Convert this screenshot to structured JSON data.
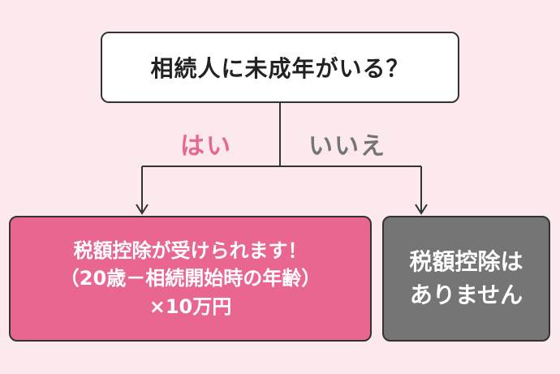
{
  "question": "相続人に未成年がいる？",
  "branches": {
    "yes_label": "はい",
    "no_label": "いいえ"
  },
  "yes_result": {
    "line1": "税額控除が受けられます！",
    "line2": "（20歳－相続開始時の年齢）",
    "line3": "×10万円"
  },
  "no_result": {
    "line1": "税額控除は",
    "line2": "ありません"
  },
  "colors": {
    "background": "#fbe9ee",
    "yes_accent": "#e86690",
    "no_accent": "#757575",
    "question_box": "#ffffff",
    "border": "#333333"
  }
}
